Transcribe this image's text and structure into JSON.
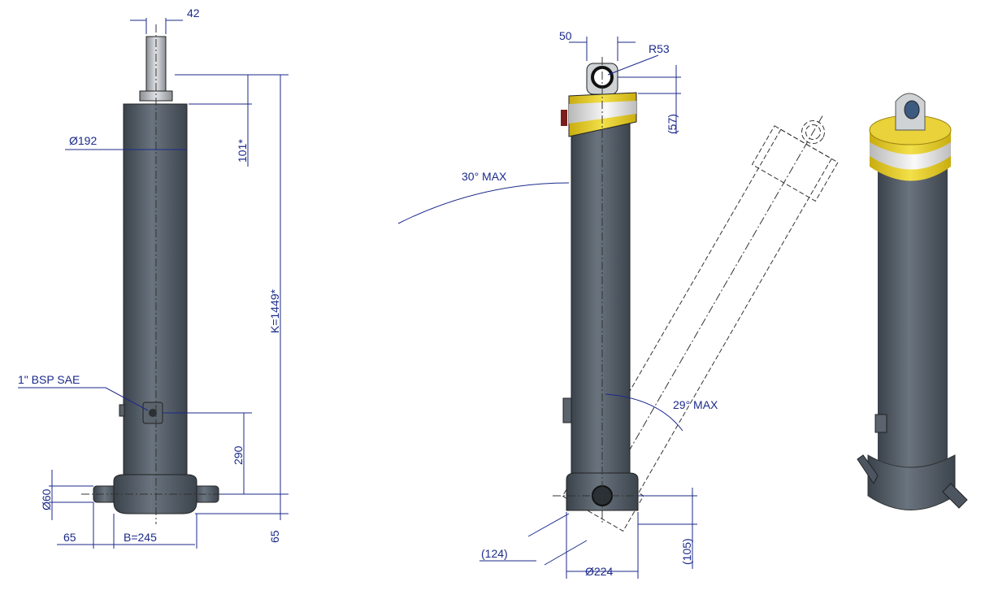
{
  "drawing": {
    "front_view": {
      "rod_eye_width": "42",
      "body_diameter": "Ø192",
      "top_offset": "101*",
      "closed_length": "K=1449*",
      "port_label": "1\" BSP SAE",
      "port_height": "290",
      "pin_diameter": "Ø60",
      "pin_length": "65",
      "base_width": "B=245",
      "base_offset": "65"
    },
    "side_view": {
      "eye_width": "50",
      "eye_radius": "R53",
      "eye_height": "(57)",
      "tilt_top": "30° MAX",
      "tilt_bottom": "29° MAX",
      "base_offset": "(124)",
      "base_diameter": "Ø224",
      "base_height": "(105)"
    },
    "colors": {
      "dimension": "#1b2a8a",
      "body": "#4d5660",
      "cap": "#e2c81e"
    }
  }
}
